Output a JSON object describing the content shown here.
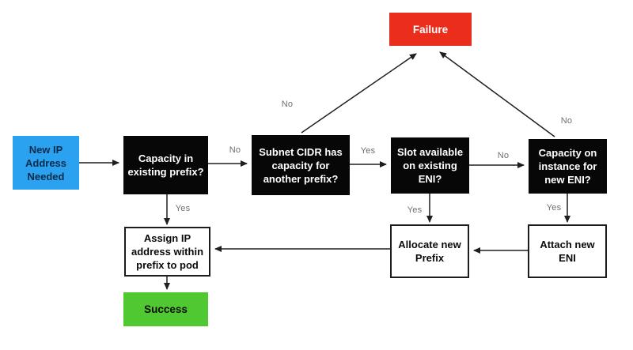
{
  "diagram": {
    "description": "Flowchart: IP address assignment via prefixes and ENIs",
    "nodes": {
      "new_ip_needed": {
        "type": "start",
        "label": "New IP\nAddress\nNeeded",
        "bg": "#2AA2EF",
        "text_color": "#0D2B4B"
      },
      "capacity_existing_prefix": {
        "type": "decision",
        "label": "Capacity in\nexisting prefix?",
        "bg": "#070707",
        "text_color": "#FFFFFF"
      },
      "subnet_cidr_capacity": {
        "type": "decision",
        "label": "Subnet CIDR has\ncapacity for\nanother prefix?",
        "bg": "#070707",
        "text_color": "#FFFFFF"
      },
      "slot_available_eni": {
        "type": "decision",
        "label": "Slot available\non existing\nENI?",
        "bg": "#070707",
        "text_color": "#FFFFFF"
      },
      "capacity_new_eni": {
        "type": "decision",
        "label": "Capacity on\ninstance for\nnew ENI?",
        "bg": "#070707",
        "text_color": "#FFFFFF"
      },
      "failure": {
        "type": "terminal",
        "label": "Failure",
        "bg": "#EB2D1B",
        "text_color": "#FFFFFF"
      },
      "assign_ip": {
        "type": "process",
        "label": "Assign IP\naddress within\nprefix to pod",
        "bg": "#FFFFFF",
        "text_color": "#0A0A0A"
      },
      "allocate_prefix": {
        "type": "process",
        "label": "Allocate new\nPrefix",
        "bg": "#FFFFFF",
        "text_color": "#0A0A0A"
      },
      "attach_eni": {
        "type": "process",
        "label": "Attach new\nENI",
        "bg": "#FFFFFF",
        "text_color": "#0A0A0A"
      },
      "success": {
        "type": "terminal",
        "label": "Success",
        "bg": "#50C831",
        "text_color": "#0A0A0A"
      }
    },
    "edges": [
      {
        "from": "new_ip_needed",
        "to": "capacity_existing_prefix",
        "label": ""
      },
      {
        "from": "capacity_existing_prefix",
        "to": "subnet_cidr_capacity",
        "label": "No"
      },
      {
        "from": "capacity_existing_prefix",
        "to": "assign_ip",
        "label": "Yes"
      },
      {
        "from": "subnet_cidr_capacity",
        "to": "failure",
        "label": "No"
      },
      {
        "from": "subnet_cidr_capacity",
        "to": "slot_available_eni",
        "label": "Yes"
      },
      {
        "from": "slot_available_eni",
        "to": "capacity_new_eni",
        "label": "No"
      },
      {
        "from": "slot_available_eni",
        "to": "allocate_prefix",
        "label": "Yes"
      },
      {
        "from": "capacity_new_eni",
        "to": "failure",
        "label": "No"
      },
      {
        "from": "capacity_new_eni",
        "to": "attach_eni",
        "label": "Yes"
      },
      {
        "from": "attach_eni",
        "to": "allocate_prefix",
        "label": ""
      },
      {
        "from": "allocate_prefix",
        "to": "assign_ip",
        "label": ""
      },
      {
        "from": "assign_ip",
        "to": "success",
        "label": ""
      }
    ],
    "colors": {
      "arrow": "#1F1F1F",
      "edge_label": "#6F6F6F",
      "canvas_bg": "#FFFFFF",
      "start_blue": "#2AA2EF",
      "decision_black": "#070707",
      "failure_red": "#EB2D1B",
      "success_green": "#50C831"
    }
  }
}
